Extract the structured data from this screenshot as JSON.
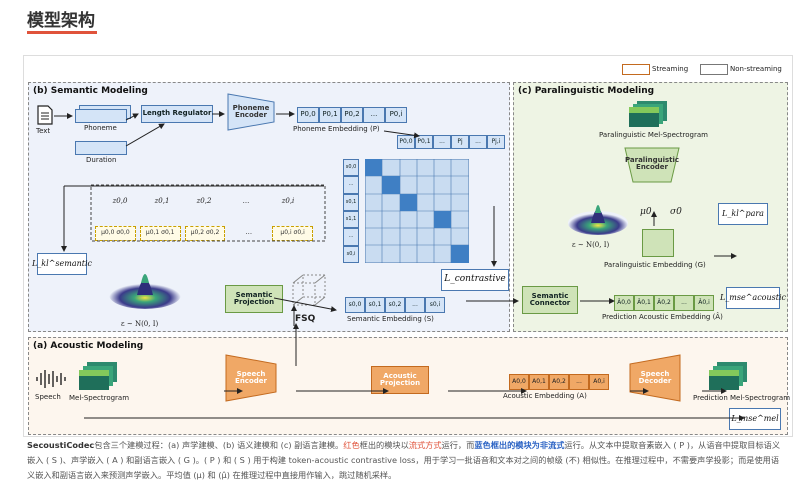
{
  "page": {
    "title": "模型架构"
  },
  "legend": {
    "streaming": "Streaming",
    "non_streaming": "Non-streaming"
  },
  "panels": {
    "semantic": "(b) Semantic Modeling",
    "paralinguistic": "(c) Paralinguistic Modeling",
    "acoustic": "(a) Acoustic Modeling"
  },
  "semantic": {
    "text": "Text",
    "phoneme": "Phoneme",
    "duration": "Duration",
    "length_regulator": "Length Regulator",
    "phoneme_encoder": "Phoneme Encoder",
    "phoneme_embedding": "Phoneme Embedding (P)",
    "p_cells": [
      "P0,0",
      "P0,1",
      "P0,2",
      "...",
      "P0,i"
    ],
    "p_cells2": [
      "P0,0",
      "P0,1",
      "...",
      "Pj",
      "...",
      "Pj,i"
    ],
    "z_labels": [
      "z0,0",
      "z0,1",
      "z0,2",
      "...",
      "z0,i"
    ],
    "mu_labels": [
      "μ0,0 σ0,0",
      "μ0,1 σ0,1",
      "μ0,2 σ0,2",
      "...",
      "μ0,i σ0,i"
    ],
    "s_col": [
      "s0,0",
      "...",
      "s0,1",
      "s1,1",
      "...",
      "s0,i"
    ],
    "kl_loss": "L_kl^semantic",
    "epsilon": "ε ~ N(0, I)",
    "semantic_projection": "Semantic Projection",
    "fsq": "FSQ",
    "semantic_embedding": "Semantic Embedding (S)",
    "s_cells": [
      "s0,0",
      "s0,1",
      "s0,2",
      "...",
      "s0,i"
    ],
    "contrastive_loss": "L_contrastive"
  },
  "paralinguistic": {
    "mel": "Paralinguistic Mel-Spectrogram",
    "encoder": "Paralinguistic Encoder",
    "mu": "μ0",
    "sigma": "σ0",
    "kl_loss": "L_kl^para",
    "epsilon": "ε ~ N(0, I)",
    "embedding": "Paralinguistic Embedding (G)",
    "semantic_connector": "Semantic Connector",
    "pred_embedding": "Prediction Acoustic Embedding (Â)",
    "pred_cells": [
      "Â0,0",
      "Â0,1",
      "Â0,2",
      "...",
      "Â0,i"
    ],
    "mse_loss": "L_mse^acoustic"
  },
  "acoustic": {
    "speech": "Speech",
    "mel": "Mel-Spectrogram",
    "speech_encoder": "Speech Encoder",
    "acoustic_projection": "Acoustic Projection",
    "embedding": "Acoustic Embedding (A)",
    "a_cells": [
      "A0,0",
      "A0,1",
      "A0,2",
      "...",
      "A0,i"
    ],
    "speech_decoder": "Speech Decoder",
    "pred_mel": "Prediction Mel-Spectrogram",
    "mse_loss": "L_mse^mel"
  },
  "caption": {
    "name": "SecoustiCodec",
    "p1": "包含三个建模过程：(a) 声学建模、(b) 语义建模和 (c) 副语言建模。",
    "red_label": "红色",
    "p2": "框出的模块以",
    "streaming": "流式方式",
    "p3": "运行，而",
    "blue_label": "蓝色框出的模块为非流式",
    "p4": "运行。从文本中提取音素嵌入 ( P )，从语音中提取目标语义嵌入 ( S )、声学嵌入 ( A ) 和副语言嵌入 ( G )。( P ) 和 ( S ) 用于构建 token-acoustic contrastive loss，用于学习一批语音和文本对之间的帧级 (不) 相似性。在推理过程中，不需要声学投影；而是使用语义嵌入和副语言嵌入来预测声学嵌入。平均值 (μ) 和 (μ̂) 在推理过程中直接用作输入，跳过随机采样。"
  },
  "colors": {
    "accent": "#e0533b",
    "streaming": "#c36a1f",
    "non_streaming": "#4a78b0"
  }
}
